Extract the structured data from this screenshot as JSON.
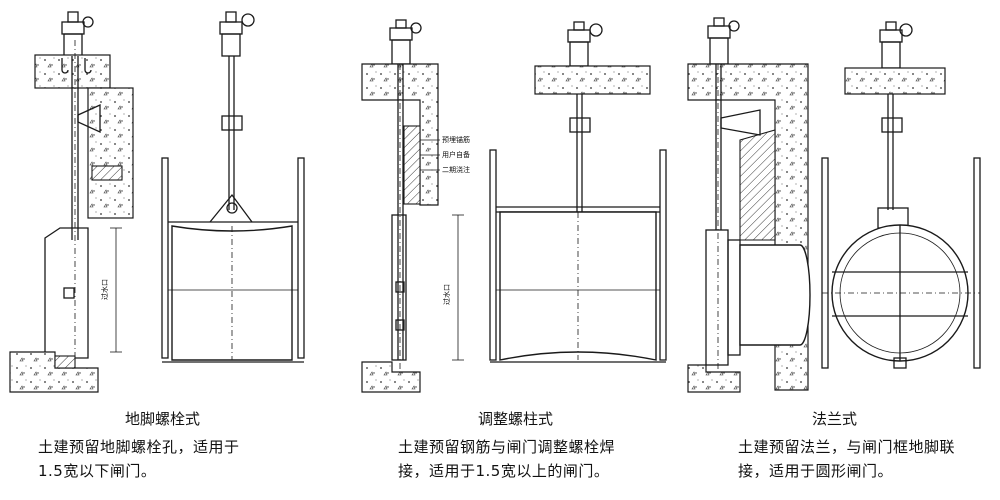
{
  "captions": [
    {
      "title": "地脚螺栓式",
      "lines": [
        "土建预留地脚螺栓孔，适用于",
        "1.5宽以下闸门。"
      ]
    },
    {
      "title": "调整螺柱式",
      "lines": [
        "土建预留钢筋与闸门调整螺栓焊",
        "接，适用于1.5宽以上的闸门。"
      ]
    },
    {
      "title": "法兰式",
      "lines": [
        "土建预留法兰，与闸门框地脚联",
        "接，适用于圆形闸门。"
      ]
    }
  ],
  "annotations": {
    "embed_note": [
      "预埋锚筋",
      "用户自备",
      "二期浇注"
    ],
    "opening_label": "过水口"
  },
  "colors": {
    "line": "#1a1a1a",
    "background": "#ffffff"
  }
}
